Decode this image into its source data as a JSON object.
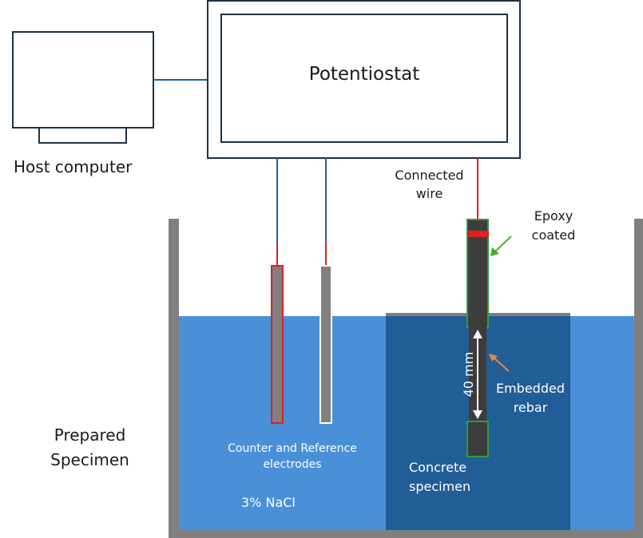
{
  "labels": {
    "potentiostat": "Potentiostat",
    "host_computer": "Host computer",
    "connected_wire_line1": "Connected",
    "connected_wire_line2": "wire",
    "epoxy_line1": "Epoxy",
    "epoxy_line2": "coated",
    "dimension": "40 mm",
    "embedded_line1": "Embedded",
    "embedded_line2": "rebar",
    "electrodes_line1": "Counter and Reference",
    "electrodes_line2": "electrodes",
    "specimen_line1": "Prepared",
    "specimen_line2": "Specimen",
    "concrete_line1": "Concrete",
    "concrete_line2": "specimen",
    "nacl": "3% NaCl"
  },
  "colors": {
    "solution": "#4a90d9",
    "concrete": "#215d97",
    "tank_wall": "#7f7f7f",
    "cable": "#1f6491",
    "wire_red": "#e02020",
    "electrode_gray": "#808080",
    "rebar": "#3c3c3c",
    "epoxy_green": "#2e9e3a",
    "arrow_green": "#4aab2f",
    "arrow_orange": "#e0874a",
    "frame": "#1c3144"
  }
}
